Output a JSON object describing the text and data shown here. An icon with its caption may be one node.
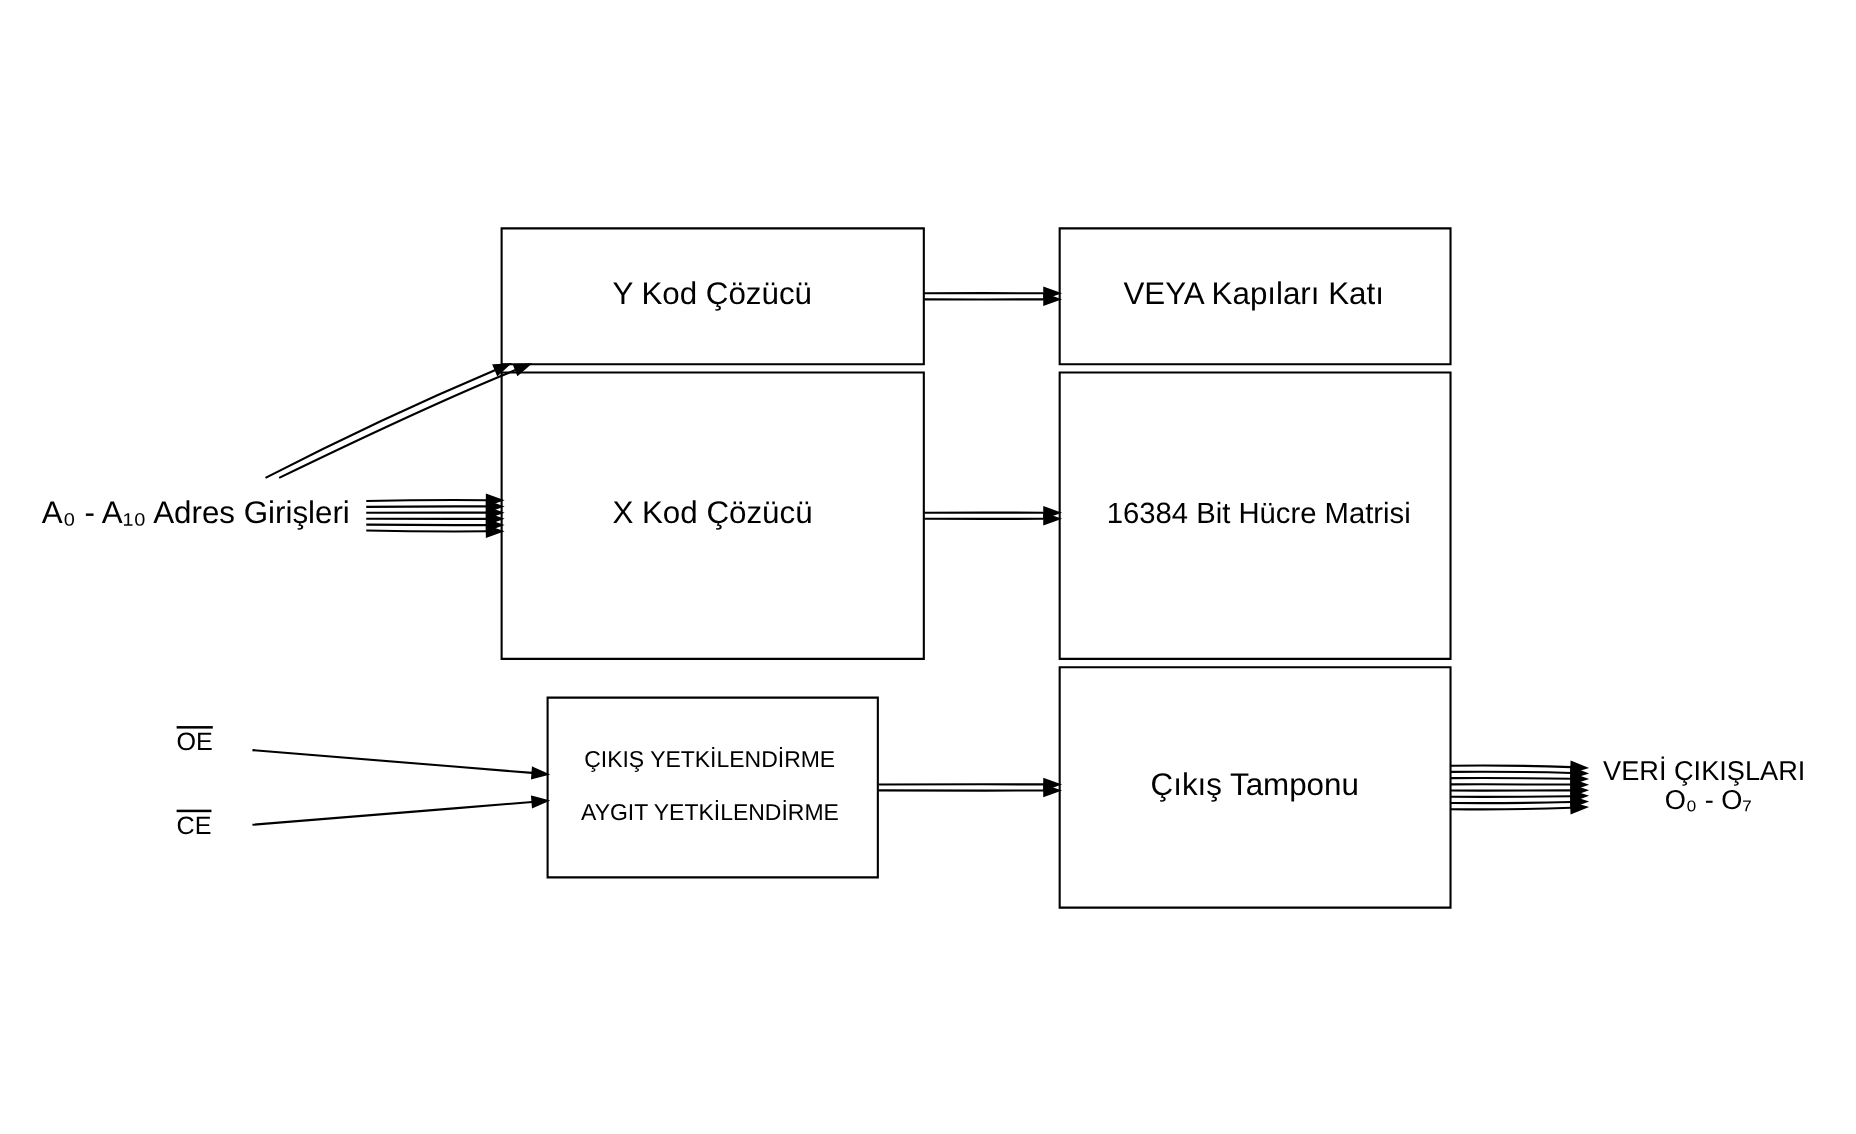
{
  "diagram": {
    "nodes": [
      {
        "text": [
          "ÇIKIŞ YETKİLENDİRME",
          "AYGIT YETKİLENDİRME"
        ]
      },
      {
        "text": [
          "Çıkış Tamponu"
        ]
      },
      {
        "text": [
          "VEYA Kapıları Katı"
        ]
      },
      {
        "text": [
          "16384 Bit Hücre Matrisi"
        ]
      },
      {
        "text": [
          "Y Kod Çözücü"
        ]
      },
      {
        "text": [
          "X Kod Çözücü"
        ]
      },
      {
        "text": [
          "OE"
        ]
      },
      {
        "text": [
          "CE"
        ]
      },
      {
        "text": [
          "A₀ - A₁₀ Adres Girişleri"
        ]
      },
      {
        "text": [
          "VERİ ÇIKIŞLARI",
          "O₀ - O₇"
        ]
      }
    ],
    "edges": [
      {
        "from": 6,
        "to": 0,
        "arrow": "to"
      },
      {
        "from": 7,
        "to": 0,
        "arrow": "to"
      },
      {
        "from": 0,
        "to": 1,
        "arrow": "to"
      },
      {
        "from": 0,
        "to": 1,
        "arrow": "to"
      },
      {
        "from": 8,
        "to": 4,
        "arrow": "to"
      },
      {
        "from": 8,
        "to": 4,
        "arrow": "to"
      },
      {
        "from": 8,
        "to": 5,
        "arrow": "to"
      },
      {
        "from": 8,
        "to": 5,
        "arrow": "to"
      },
      {
        "from": 8,
        "to": 5,
        "arrow": "to"
      },
      {
        "from": 8,
        "to": 5,
        "arrow": "to"
      },
      {
        "from": 8,
        "to": 5,
        "arrow": "to"
      },
      {
        "from": 8,
        "to": 5,
        "arrow": "to"
      },
      {
        "from": 4,
        "to": 2,
        "arrow": "to"
      },
      {
        "from": 4,
        "to": 2,
        "arrow": "to"
      },
      {
        "from": 5,
        "to": 3,
        "arrow": "to"
      },
      {
        "from": 5,
        "to": 3,
        "arrow": "to"
      },
      {
        "from": 1,
        "to": 9,
        "arrow": "to"
      },
      {
        "from": 1,
        "to": 9,
        "arrow": "to"
      },
      {
        "from": 1,
        "to": 9,
        "arrow": "to"
      },
      {
        "from": 1,
        "to": 9,
        "arrow": "to"
      },
      {
        "from": 1,
        "to": 9,
        "arrow": "to"
      },
      {
        "from": 1,
        "to": 9,
        "arrow": "to"
      },
      {
        "from": 1,
        "to": 9,
        "arrow": "to"
      },
      {
        "from": 1,
        "to": 9,
        "arrow": "to"
      }
    ]
  }
}
